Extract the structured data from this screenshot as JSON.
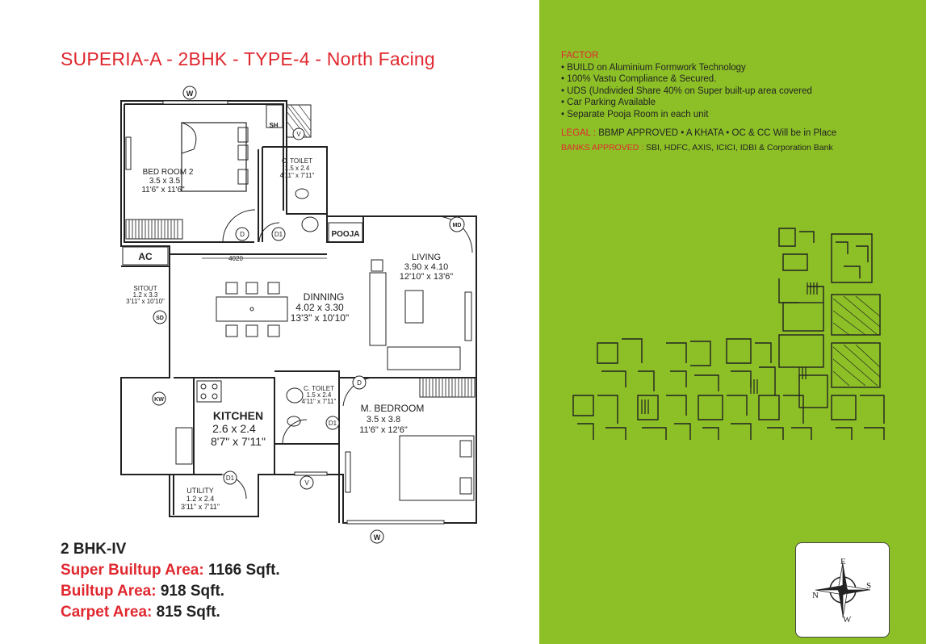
{
  "title": "SUPERIA-A - 2BHK - TYPE-4 - North Facing",
  "plan": {
    "door_w": "W",
    "sh": "SH",
    "v": "V",
    "bedroom2": {
      "name": "BED ROOM 2",
      "dim_m": "3.5 x 3.5",
      "dim_ft": "11'6\" x 11'6\""
    },
    "ctoilet1": {
      "name": "C. TOILET",
      "dim_m": "1.5 x 2.4",
      "dim_ft": "4'11\" x 7'11\""
    },
    "pooja": "POOJA",
    "md": "MD",
    "d": "D",
    "d1": "D1",
    "ac": "AC",
    "dim_4020": "4020",
    "sitout": {
      "name": "SITOUT",
      "dim_m": "1.2 x 3.3",
      "dim_ft": "3'11\" x 10'10\""
    },
    "sd": "SD",
    "living": {
      "name": "LIVING",
      "dim_m": "3.90 x 4.10",
      "dim_ft": "12'10\" x 13'6\""
    },
    "dinning": {
      "name": "DINNING",
      "dim_m": "4.02 x 3.30",
      "dim_ft": "13'3\" x 10'10\""
    },
    "kw": "KW",
    "kitchen": {
      "name": "KITCHEN",
      "dim_m": "2.6 x 2.4",
      "dim_ft": "8'7\" x 7'11\""
    },
    "ctoilet2": {
      "name": "C. TOILET",
      "dim_m": "1.5 x 2.4",
      "dim_ft": "4'11\" x 7'11\""
    },
    "mbedroom": {
      "name": "M. BEDROOM",
      "dim_m": "3.5 x 3.8",
      "dim_ft": "11'6\" x 12'6\""
    },
    "utility": {
      "name": "UTILITY",
      "dim_m": "1.2 x 2.4",
      "dim_ft": "3'11\" x 7'11\""
    }
  },
  "areas": {
    "heading": "2 BHK-IV",
    "super_label": "Super Builtup Area:",
    "super_value": "1166 Sqft.",
    "builtup_label": "Builtup Area:",
    "builtup_value": "918 Sqft.",
    "carpet_label": "Carpet Area:",
    "carpet_value": "815 Sqft."
  },
  "factor": {
    "heading": "FACTOR",
    "items": [
      "• BUILD on Aluminium Formwork Technology",
      "• 100% Vastu Compliance & Secured.",
      "• UDS (Undivided Share 40% on Super built-up area covered",
      "• Car Parking Available",
      "• Separate Pooja Room in each unit"
    ],
    "legal_label": "LEGAL :",
    "legal_text": "BBMP APPROVED • A KHATA • OC & CC Will be in Place",
    "banks_label": "BANKS APPROVED :",
    "banks_text": "SBI, HDFC, AXIS, ICICI, IDBI & Corporation Bank"
  },
  "compass": {
    "n": "N",
    "e": "E",
    "s": "S",
    "w": "W"
  },
  "colors": {
    "accent_red": "#e0282f",
    "panel_green": "#8dc027"
  }
}
